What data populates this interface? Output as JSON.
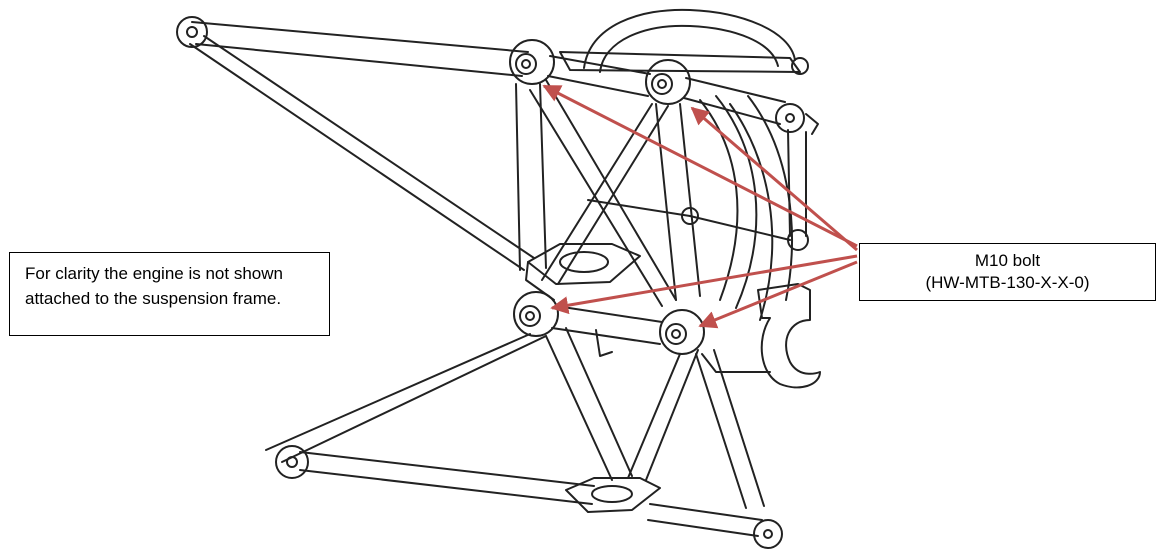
{
  "diagram": {
    "callouts": {
      "bolt": {
        "line1": "M10 bolt",
        "line2": "(HW-MTB-130-X-X-0)"
      },
      "note": {
        "line1": "For clarity the engine is not shown",
        "line2": "attached to the suspension frame."
      }
    },
    "colors": {
      "arrow": "#c0504d",
      "ink": "#222222",
      "box_border": "#000000"
    }
  }
}
